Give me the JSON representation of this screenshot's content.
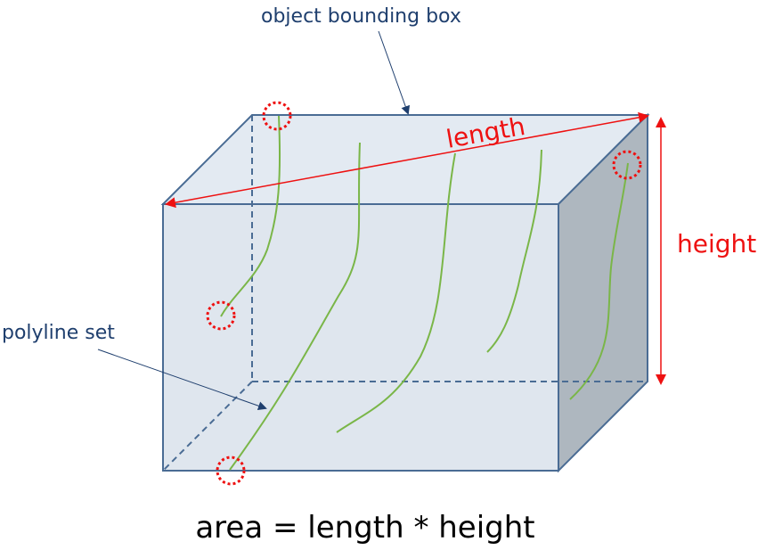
{
  "labels": {
    "bounding_box": "object bounding box",
    "polyline_set": "polyline set",
    "length": "length",
    "height": "height",
    "formula": "area = length * height"
  },
  "colors": {
    "box_stroke": "#4a6c94",
    "front_face": "#dbe3ec",
    "top_face": "#e3eaf2",
    "side_face": "#aeb7bf",
    "polyline": "#7ab648",
    "dimension": "#ee1111",
    "label": "#1f3f6e"
  }
}
